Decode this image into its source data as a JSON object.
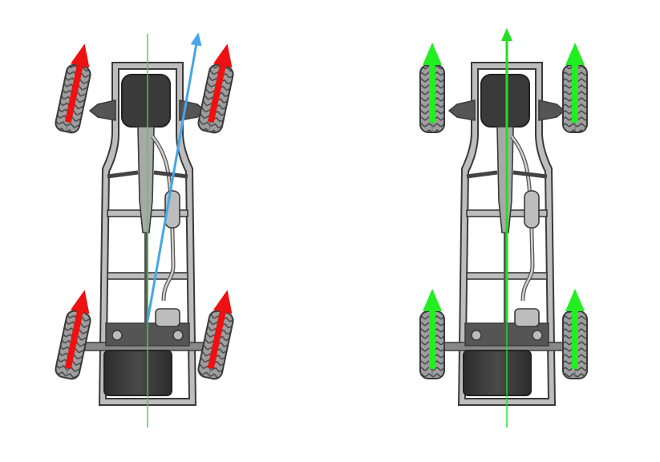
{
  "diagram": {
    "panels": [
      {
        "id": "misaligned",
        "wheel_heading_deg": 12,
        "thrust_heading_deg": 10,
        "wheel_arrow_color": "#ee1111",
        "thrust_arrow_color": "#44a6e6",
        "centerline_color": "#33dd33"
      },
      {
        "id": "aligned",
        "wheel_heading_deg": 0,
        "thrust_heading_deg": 0,
        "wheel_arrow_color": "#22ee22",
        "thrust_arrow_color": "#22dd22",
        "centerline_color": "#22dd22"
      }
    ],
    "colors": {
      "frame_fill": "#bdbdbd",
      "frame_stroke": "#3a3a3a",
      "tire_fill": "#9e9e9e",
      "tire_dark": "#4a4a4a",
      "tank_fill": "#3d3d3d",
      "engine_fill": "#3a3a3a"
    },
    "icons": [
      "wheel-direction-arrow-icon",
      "thrust-line-arrow-icon",
      "centerline-icon",
      "tire-icon",
      "fuel-tank-icon",
      "engine-icon"
    ]
  }
}
